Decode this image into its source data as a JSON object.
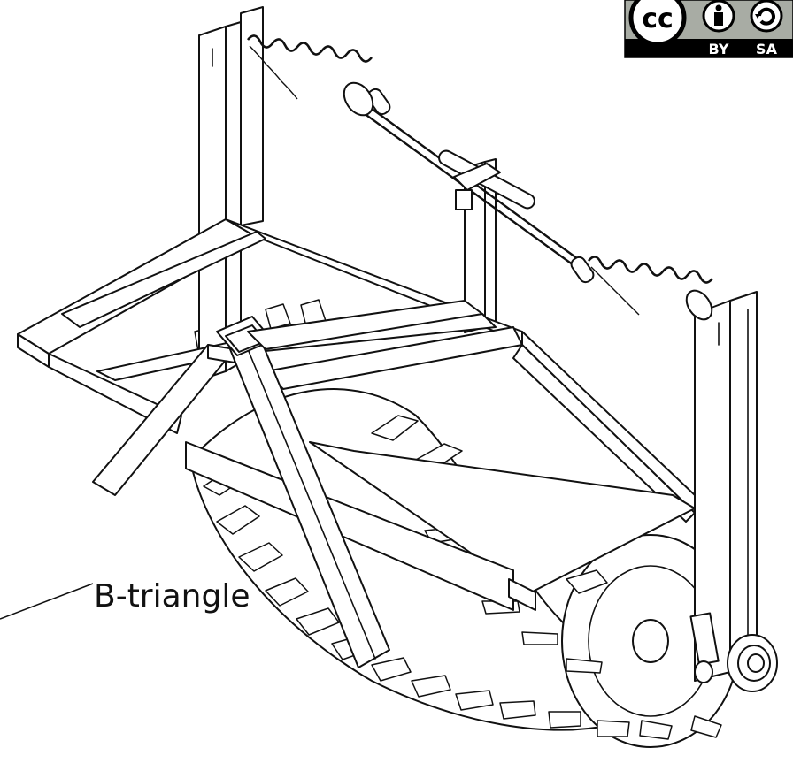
{
  "annotation": {
    "part_label": "B-triangle"
  },
  "license_badge": {
    "cc": "cc",
    "by": "BY",
    "sa": "SA",
    "bg_color": "#a8aca4",
    "text_color": "#000000"
  },
  "drawing_style": {
    "line_color": "#111111",
    "fill_color": "#ffffff"
  }
}
